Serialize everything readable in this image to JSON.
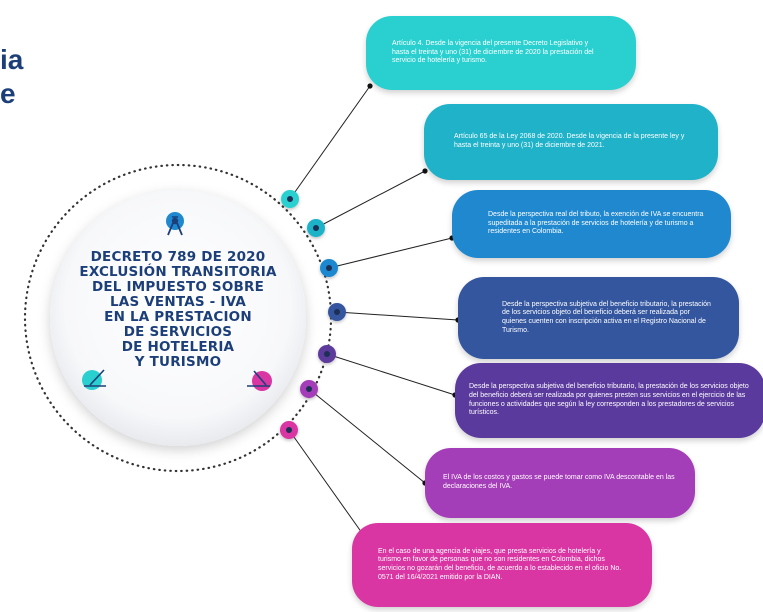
{
  "corner_fragments": {
    "line1": "ia",
    "line2": "e"
  },
  "center": {
    "title": "DECRETO 789 DE 2020\nEXCLUSIÓN TRANSITORIA\nDEL IMPUESTO SOBRE\nLAS VENTAS - IVA\nEN LA PRESTACION\nDE SERVICIOS\nDE HOTELERIA\nY TURISMO"
  },
  "bubbles": [
    {
      "text": "Artículo 4. Desde la vigencia del presente Decreto Legislativo y hasta el treinta y uno (31) de diciembre de 2020 la prestación del servicio de hotelería y turismo.",
      "color": "#2ad0cf"
    },
    {
      "text": "Artículo 65 de la Ley 2068 de 2020. Desde la vigencia de la presente ley y hasta el treinta y uno (31) de diciembre de 2021.",
      "color": "#1fb2c8"
    },
    {
      "text": "Desde la perspectiva real del tributo, la exención de IVA se encuentra supeditada a la prestación de servicios de hotelería y de turismo a residentes en Colombia.",
      "color": "#1f88cf"
    },
    {
      "text": "Desde la perspectiva subjetiva del beneficio tributario, la prestación de los servicios objeto del beneficio deberá ser realizada por quienes cuenten con inscripción activa en el Registro Nacional de Turismo.",
      "color": "#34569f"
    },
    {
      "text": "Desde la perspectiva subjetiva del beneficio tributario, la prestación de los servicios objeto del beneficio deberá ser realizada por quienes presten sus servicios en el ejercicio de las funciones o actividades que según la ley corresponden a los prestadores de servicios turísticos.",
      "color": "#5b3a9d"
    },
    {
      "text": "El IVA de los costos y gastos se puede tomar como IVA descontable en las declaraciones del IVA.",
      "color": "#a43db8"
    },
    {
      "text": "En el caso de una agencia de viajes, que presta servicios de hotelería y turismo en favor de personas que no son residentes en Colombia, dichos servicios no gozarán del beneficio, de acuerdo a lo establecido en el oficio No. 0571 del 16/4/2021 emitido por la DIAN.",
      "color": "#d936a3"
    }
  ],
  "icons": {
    "top": "compass-icon",
    "left": "compass-icon",
    "right": "compass-icon"
  },
  "colors": {
    "title": "#1c3f7a",
    "top_icon": "#1f88cf",
    "left_icon": "#2ad0cf",
    "right_icon": "#d936a3"
  }
}
